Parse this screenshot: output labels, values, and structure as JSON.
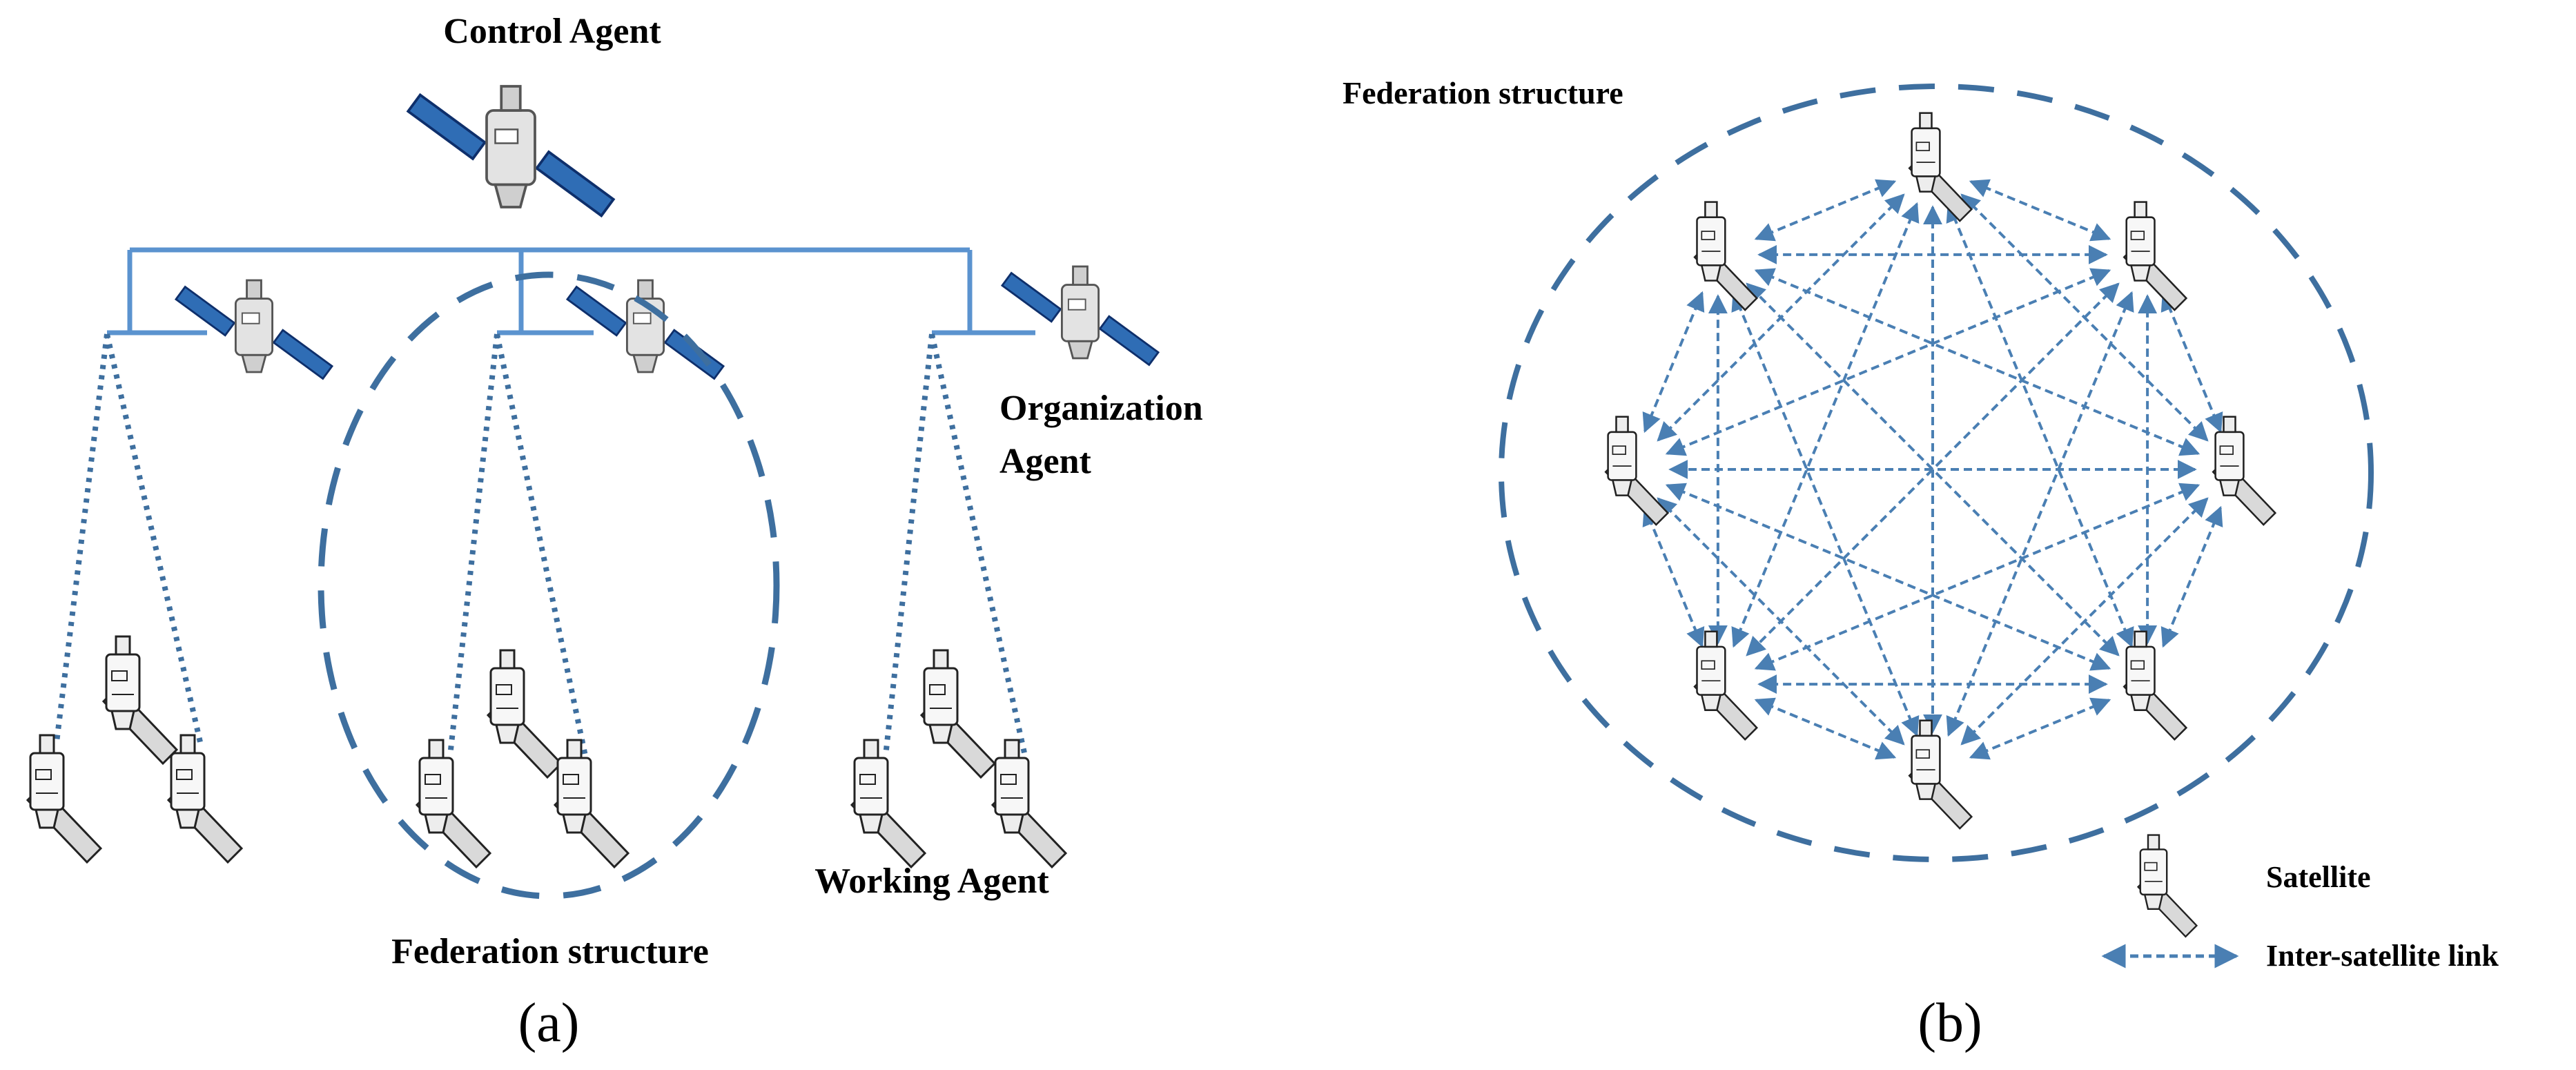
{
  "panel_a": {
    "control_agent_label": "Control Agent",
    "organization_agent_label_line1": "Organization",
    "organization_agent_label_line2": "Agent",
    "working_agent_label": "Working Agent",
    "federation_label": "Federation structure",
    "caption": "(a)"
  },
  "panel_b": {
    "federation_label": "Federation structure",
    "caption": "(b)",
    "satellite_count": 8,
    "legend": {
      "satellite_label": "Satellite",
      "link_label": "Inter-satellite link"
    }
  },
  "colors": {
    "tree_line": "#5b93cf",
    "dashed_blue": "#3e6f9f",
    "link_blue": "#4a7fb3",
    "panel_blue": "#2f6db5"
  },
  "icons": {
    "satellite_blue": "satellite-icon",
    "satellite_gray": "satellite-icon"
  }
}
